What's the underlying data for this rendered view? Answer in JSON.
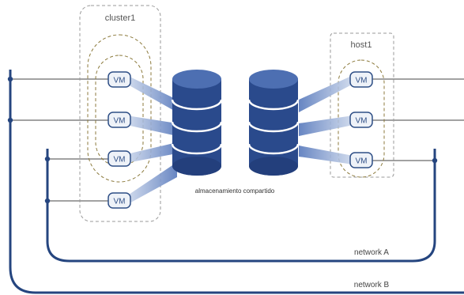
{
  "diagram": {
    "cluster_label": "cluster1",
    "host_label": "host1",
    "vm_label": "VM",
    "storage_label": "almacenamiento compartido",
    "network_a_label": "network A",
    "network_b_label": "network B"
  },
  "colors": {
    "network_line": "#25457f",
    "vm_border": "#2f4f86",
    "vm_fill": "#eef2f8",
    "disk_dark": "#233f7c",
    "disk_light": "#4d6fb2",
    "dashed_box": "#9a9a9a",
    "dashed_oval": "#8c7a3c"
  }
}
